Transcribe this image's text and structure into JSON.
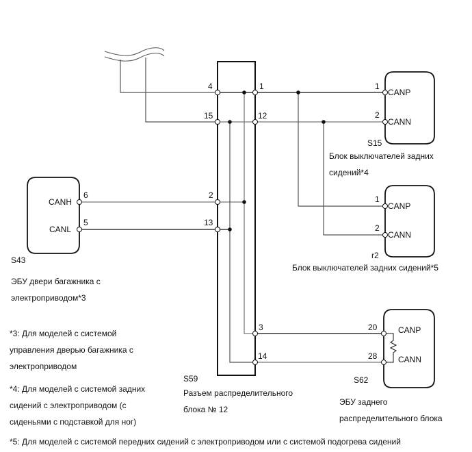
{
  "diagram": {
    "connectors": {
      "s59": {
        "id": "S59",
        "name_line1": "Разъем распределительного",
        "name_line2": "блока № 12",
        "pins_left": [
          "4",
          "15",
          "2",
          "13"
        ],
        "pins_right": [
          "1",
          "12",
          "3",
          "14"
        ]
      },
      "s15": {
        "id": "S15",
        "pin1": "1",
        "pin1_signal": "CANP",
        "pin2": "2",
        "pin2_signal": "CANN",
        "name_line1": "Блок выключателей задних",
        "name_line2": "сидений*4"
      },
      "r2": {
        "id": "r2",
        "pin1": "1",
        "pin1_signal": "CANP",
        "pin2": "2",
        "pin2_signal": "CANN",
        "name_line1": "Блок выключателей задних сидений*5"
      },
      "s43": {
        "id": "S43",
        "pin1": "6",
        "pin1_signal": "CANH",
        "pin2": "5",
        "pin2_signal": "CANL",
        "name_line1": "ЭБУ двери багажника с",
        "name_line2": "электроприводом*3"
      },
      "s62": {
        "id": "S62",
        "pin1": "20",
        "pin1_signal": "CANP",
        "pin2": "28",
        "pin2_signal": "CANN",
        "name_line1": "ЭБУ заднего",
        "name_line2": "распределительного блока"
      }
    },
    "notes": {
      "n3": [
        "*3: Для моделей с системой",
        "управления дверью багажника с",
        "электроприводом"
      ],
      "n4": [
        "*4: Для моделей с системой задних",
        "сидений с электроприводом (с",
        "сиденьями с подставкой для ног)"
      ],
      "n5": "*5: Для моделей с системой передних сидений с электроприводом или с системой подогрева сидений"
    }
  }
}
